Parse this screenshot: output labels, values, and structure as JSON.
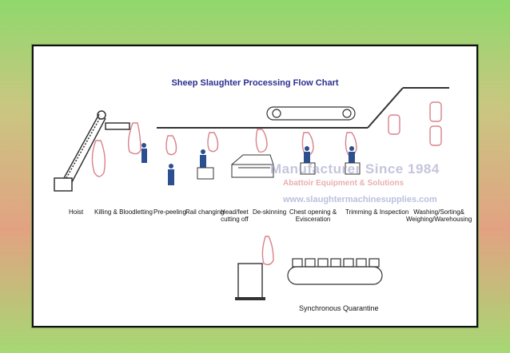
{
  "diagram": {
    "title": "Sheep Slaughter Processing Flow Chart",
    "stages": {
      "hoist": "Hoist",
      "killing": "Killing & Bloodletting",
      "prepeeling": "Pre-peeling",
      "railchanging": "Rail changing",
      "headfeet_1": "Head/feet",
      "headfeet_2": "cutting off",
      "deskinning": "De-skinning",
      "chest_1": "Chest opening &",
      "chest_2": "Evisceration",
      "trimming": "Trimming & Inspection",
      "washing_1": "Washing/Sorting&",
      "washing_2": "Weighing/Warehousing"
    },
    "quarantine": "Synchronous Quarantine",
    "watermark": {
      "line1": "Manufacturer Since 1984",
      "line2": "Abattoir Equipment & Solutions",
      "line3": "www.slaughtermachinesupplies.com"
    },
    "colors": {
      "carcass": "#d9828a",
      "worker": "#2c4f8f",
      "line": "#333333"
    }
  }
}
